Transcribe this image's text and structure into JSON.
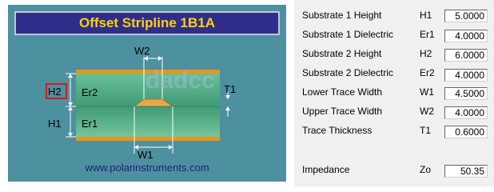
{
  "diagram": {
    "title": "Offset Stripline 1B1A",
    "footer_url": "www.polarinstruments.com",
    "labels": {
      "w2": "W2",
      "w1": "W1",
      "h2": "H2",
      "h1": "H1",
      "t1": "T1",
      "er2": "Er2",
      "er1": "Er1"
    },
    "watermark": "dadcc"
  },
  "parameters": [
    {
      "label": "Substrate 1 Height",
      "symbol": "H1",
      "value": "5.0000"
    },
    {
      "label": "Substrate 1 Dielectric",
      "symbol": "Er1",
      "value": "4.0000"
    },
    {
      "label": "Substrate 2 Height",
      "symbol": "H2",
      "value": "6.0000"
    },
    {
      "label": "Substrate 2 Dielectric",
      "symbol": "Er2",
      "value": "4.0000"
    },
    {
      "label": "Lower Trace Width",
      "symbol": "W1",
      "value": "4.5000"
    },
    {
      "label": "Upper Trace Width",
      "symbol": "W2",
      "value": "4.0000"
    },
    {
      "label": "Trace Thickness",
      "symbol": "T1",
      "value": "0.6000"
    }
  ],
  "impedance": {
    "label": "Impedance",
    "symbol": "Zo",
    "value": "50.35"
  },
  "colors": {
    "panel_bg": "#4d90a0",
    "title_bg": "#2e2e8a",
    "title_text": "#ffd200",
    "dielectric": "#4aa37f",
    "ground_plane": "#e8961a",
    "trace": "#e8a84a",
    "highlight_box": "#d11a1a"
  }
}
